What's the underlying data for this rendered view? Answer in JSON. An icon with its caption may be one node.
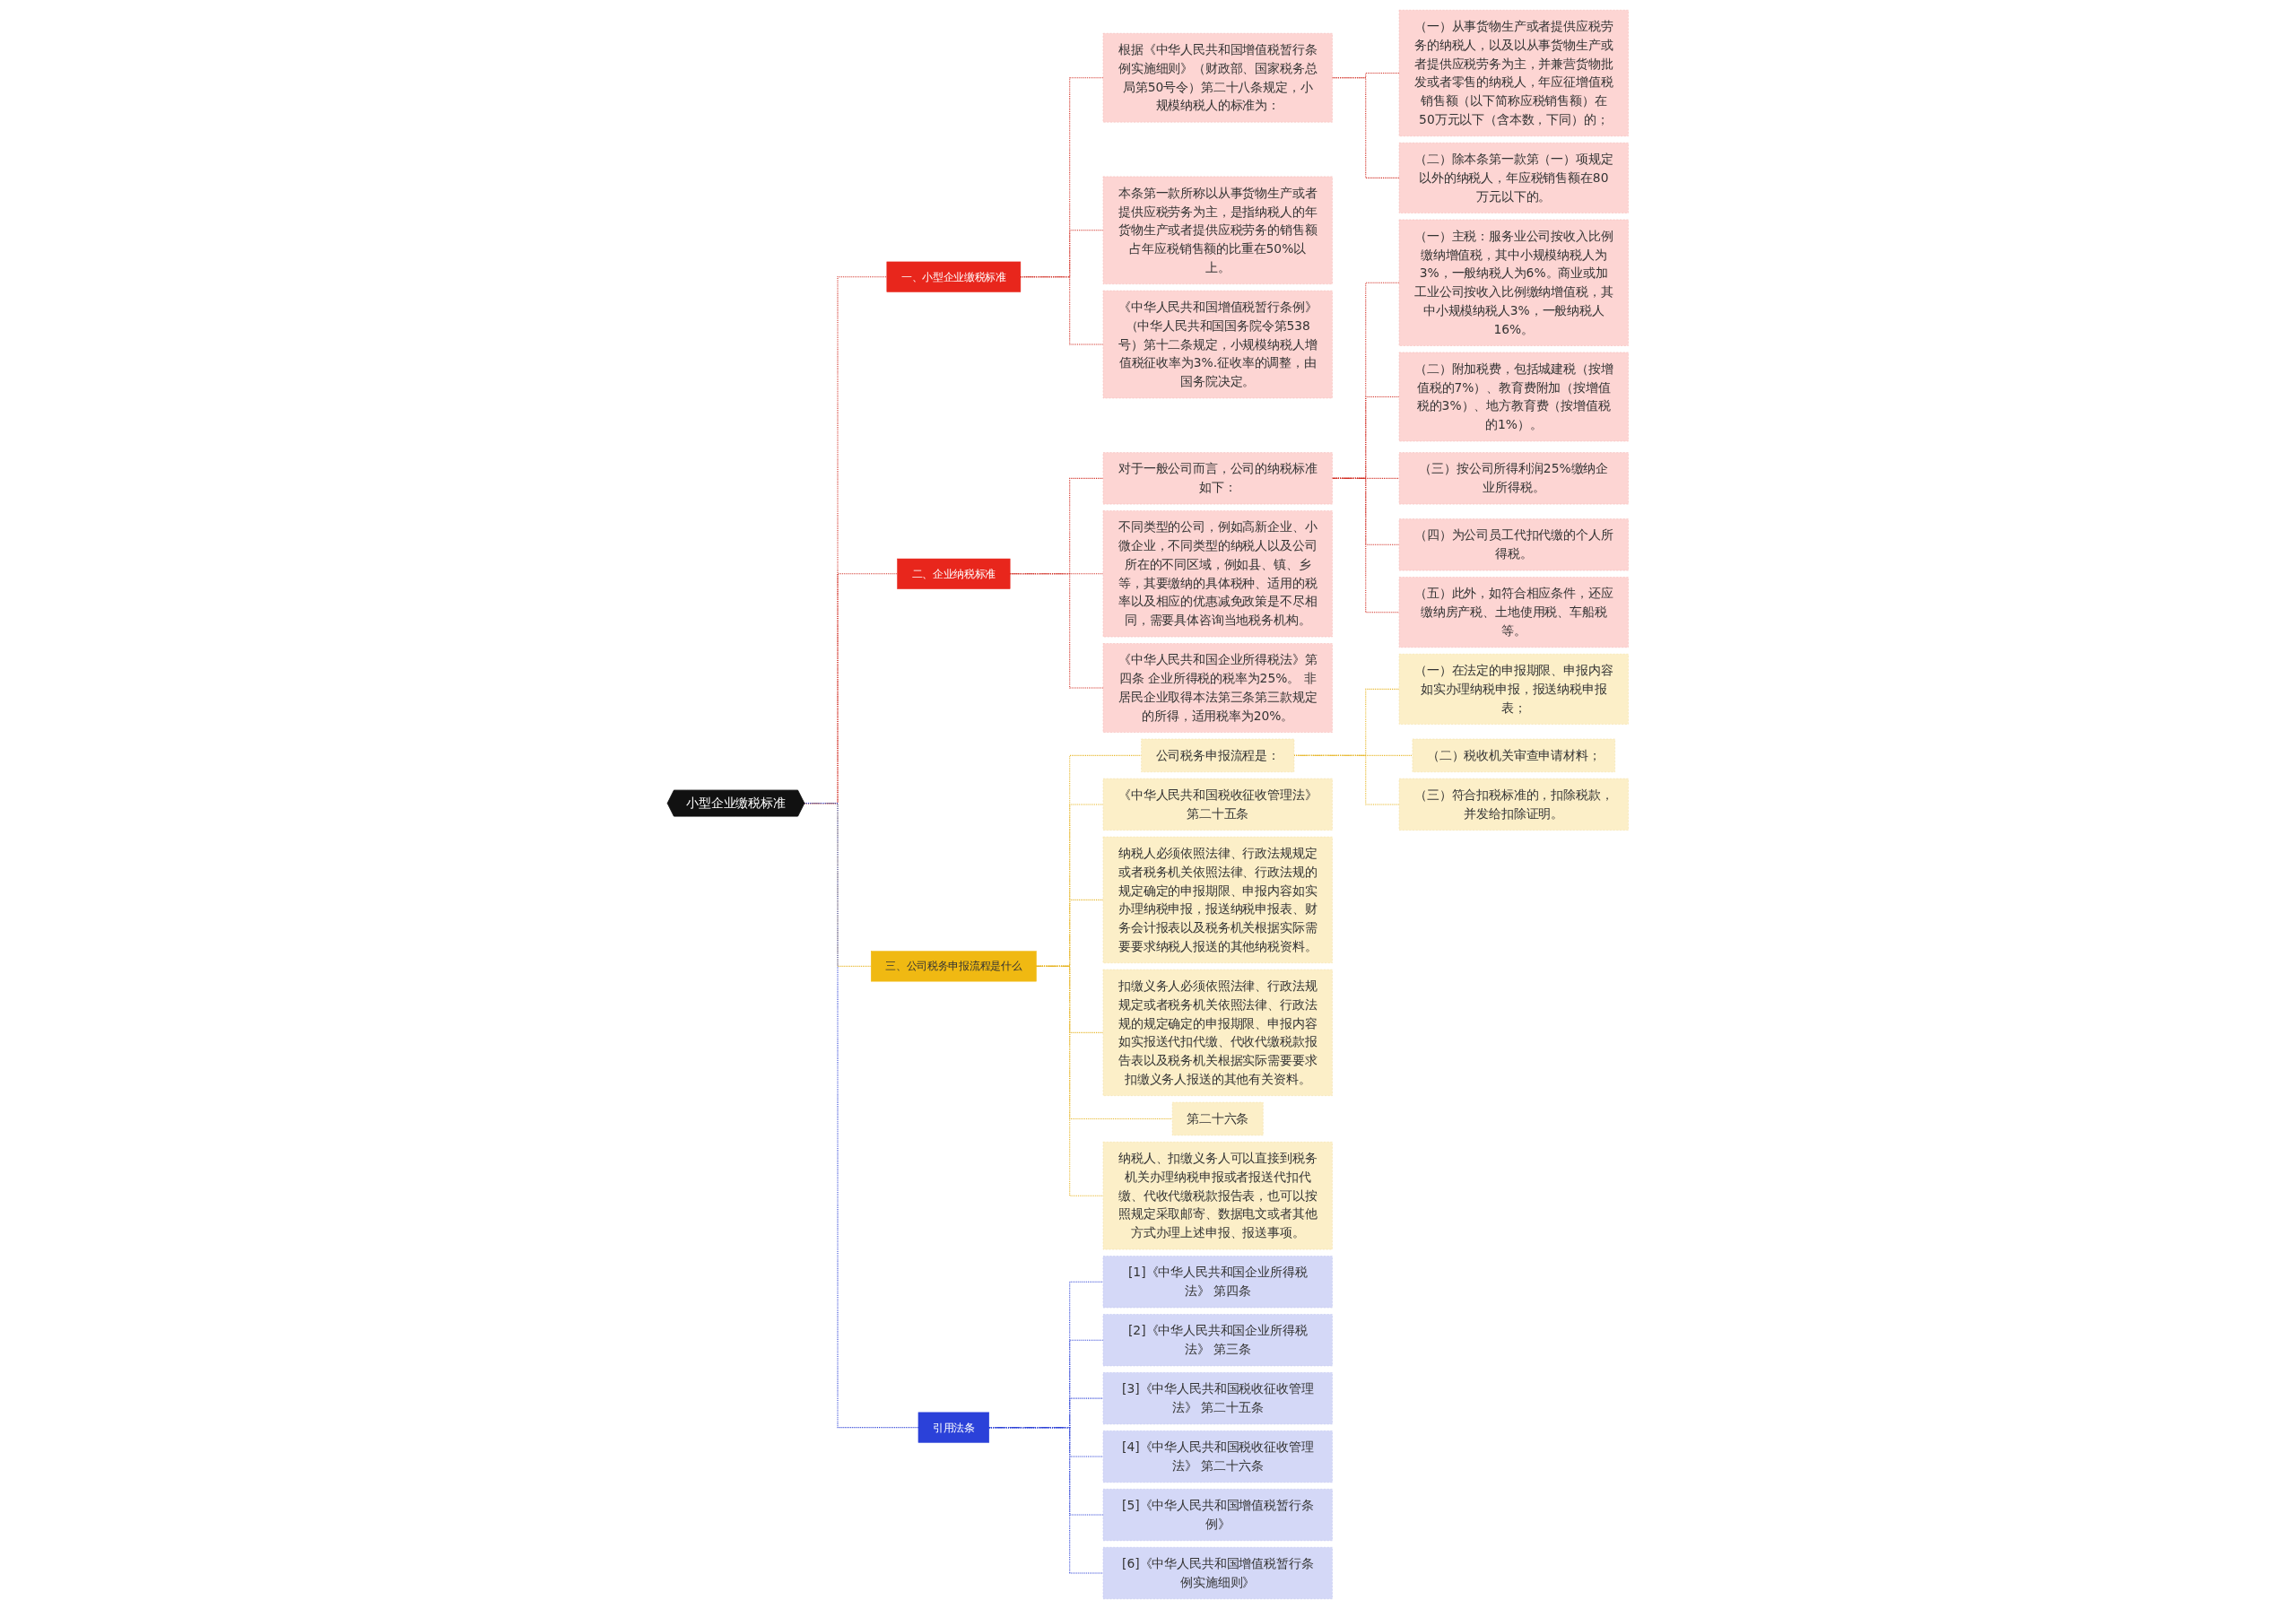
{
  "diagram": {
    "nodes": [
      {
        "text": [
          "小型企业缴税标准"
        ]
      },
      {
        "text": [
          "一、小型企业缴税标准"
        ]
      },
      {
        "text": [
          "根据《中华人民共和国增值税暂行条例实施细则》（财政部、国家税务总局第50号令）第二十八条规定，小规模纳税人的标准为："
        ]
      },
      {
        "text": [
          "（一）从事货物生产或者提供应税劳务的纳税人，以及以从事货物生产或者提供应税劳务为主，并兼营货物批发或者零售的纳税人，年应征增值税销售额（以下简称应税销售额）在50万元以下（含本数，下同）的；"
        ]
      },
      {
        "text": [
          "（二）除本条第一款第（一）项规定以外的纳税人，年应税销售额在80万元以下的。"
        ]
      },
      {
        "text": [
          "本条第一款所称以从事货物生产或者提供应税劳务为主，是指纳税人的年货物生产或者提供应税劳务的销售额占年应税销售额的比重在50%以上。"
        ]
      },
      {
        "text": [
          "《中华人民共和国增值税暂行条例》（中华人民共和国国务院令第538号）第十二条规定，小规模纳税人增值税征收率为3%.征收率的调整，由国务院决定。"
        ]
      },
      {
        "text": [
          "二、企业纳税标准"
        ]
      },
      {
        "text": [
          "对于一般公司而言，公司的纳税标准如下："
        ]
      },
      {
        "text": [
          "（一）主税：服务业公司按收入比例缴纳增值税，其中小规模纳税人为3%，一般纳税人为6%。商业或加工业公司按收入比例缴纳增值税，其中小规模纳税人3%，一般纳税人16%。"
        ]
      },
      {
        "text": [
          "（二）附加税费，包括城建税（按增值税的7%）、教育费附加（按增值税的3%）、地方教育费（按增值税的1%）。"
        ]
      },
      {
        "text": [
          "（三）按公司所得利润25%缴纳企业所得税。"
        ]
      },
      {
        "text": [
          "（四）为公司员工代扣代缴的个人所得税。"
        ]
      },
      {
        "text": [
          "（五）此外，如符合相应条件，还应缴纳房产税、土地使用税、车船税等。"
        ]
      },
      {
        "text": [
          "不同类型的公司，例如高新企业、小微企业，不同类型的纳税人以及公司所在的不同区域，例如县、镇、乡等，其要缴纳的具体税种、适用的税率以及相应的优惠减免政策是不尽相同，需要具体咨询当地税务机构。"
        ]
      },
      {
        "text": [
          "《中华人民共和国企业所得税法》第四条 企业所得税的税率为25%。 非居民企业取得本法第三条第三款规定的所得，适用税率为20%。"
        ]
      },
      {
        "text": [
          "三、公司税务申报流程是什么"
        ]
      },
      {
        "text": [
          "公司税务申报流程是："
        ]
      },
      {
        "text": [
          "（一）在法定的申报期限、申报内容如实办理纳税申报，报送纳税申报表；"
        ]
      },
      {
        "text": [
          "（二）税收机关审查申请材料；"
        ]
      },
      {
        "text": [
          "（三）符合扣税标准的，扣除税款，并发给扣除证明。"
        ]
      },
      {
        "text": [
          "《中华人民共和国税收征收管理法》第二十五条"
        ]
      },
      {
        "text": [
          "纳税人必须依照法律、行政法规规定或者税务机关依照法律、行政法规的规定确定的申报期限、申报内容如实办理纳税申报，报送纳税申报表、财务会计报表以及税务机关根据实际需要要求纳税人报送的其他纳税资料。"
        ]
      },
      {
        "text": [
          "扣缴义务人必须依照法律、行政法规规定或者税务机关依照法律、行政法规的规定确定的申报期限、申报内容如实报送代扣代缴、代收代缴税款报告表以及税务机关根据实际需要要求扣缴义务人报送的其他有关资料。"
        ]
      },
      {
        "text": [
          "第二十六条"
        ]
      },
      {
        "text": [
          "纳税人、扣缴义务人可以直接到税务机关办理纳税申报或者报送代扣代缴、代收代缴税款报告表，也可以按照规定采取邮寄、数据电文或者其他方式办理上述申报、报送事项。"
        ]
      },
      {
        "text": [
          "引用法条"
        ]
      },
      {
        "text": [
          "[1]《中华人民共和国企业所得税法》 第四条"
        ]
      },
      {
        "text": [
          "[2]《中华人民共和国企业所得税法》 第三条"
        ]
      },
      {
        "text": [
          "[3]《中华人民共和国税收征收管理法》 第二十五条"
        ]
      },
      {
        "text": [
          "[4]《中华人民共和国税收征收管理法》 第二十六条"
        ]
      },
      {
        "text": [
          "[5]《中华人民共和国增值税暂行条例》"
        ]
      },
      {
        "text": [
          "[6]《中华人民共和国增值税暂行条例实施细则》"
        ]
      }
    ],
    "edges": [
      {
        "from": 0,
        "to": 1,
        "arrow": "none",
        "style": "dashed",
        "color": "#d0281e"
      },
      {
        "from": 1,
        "to": 2,
        "arrow": "none",
        "style": "dashed",
        "color": "#d0281e"
      },
      {
        "from": 2,
        "to": 3,
        "arrow": "none",
        "style": "dashed",
        "color": "#d0281e"
      },
      {
        "from": 2,
        "to": 4,
        "arrow": "none",
        "style": "dashed",
        "color": "#d0281e"
      },
      {
        "from": 1,
        "to": 5,
        "arrow": "none",
        "style": "dashed",
        "color": "#d0281e"
      },
      {
        "from": 1,
        "to": 6,
        "arrow": "none",
        "style": "dashed",
        "color": "#d0281e"
      },
      {
        "from": 0,
        "to": 7,
        "arrow": "none",
        "style": "dashed",
        "color": "#d0281e"
      },
      {
        "from": 7,
        "to": 8,
        "arrow": "none",
        "style": "dashed",
        "color": "#d0281e"
      },
      {
        "from": 8,
        "to": 9,
        "arrow": "none",
        "style": "dashed",
        "color": "#d0281e"
      },
      {
        "from": 8,
        "to": 10,
        "arrow": "none",
        "style": "dashed",
        "color": "#d0281e"
      },
      {
        "from": 8,
        "to": 11,
        "arrow": "none",
        "style": "dashed",
        "color": "#d0281e"
      },
      {
        "from": 8,
        "to": 12,
        "arrow": "none",
        "style": "dashed",
        "color": "#d0281e"
      },
      {
        "from": 8,
        "to": 13,
        "arrow": "none",
        "style": "dashed",
        "color": "#d0281e"
      },
      {
        "from": 7,
        "to": 14,
        "arrow": "none",
        "style": "dashed",
        "color": "#d0281e"
      },
      {
        "from": 7,
        "to": 15,
        "arrow": "none",
        "style": "dashed",
        "color": "#d0281e"
      },
      {
        "from": 0,
        "to": 16,
        "arrow": "none",
        "style": "dashed",
        "color": "#e6b422"
      },
      {
        "from": 16,
        "to": 17,
        "arrow": "none",
        "style": "dashed",
        "color": "#e6b422"
      },
      {
        "from": 17,
        "to": 18,
        "arrow": "none",
        "style": "dashed",
        "color": "#e6b422"
      },
      {
        "from": 17,
        "to": 19,
        "arrow": "none",
        "style": "dashed",
        "color": "#e6b422"
      },
      {
        "from": 17,
        "to": 20,
        "arrow": "none",
        "style": "dashed",
        "color": "#e6b422"
      },
      {
        "from": 16,
        "to": 21,
        "arrow": "none",
        "style": "dashed",
        "color": "#e6b422"
      },
      {
        "from": 16,
        "to": 22,
        "arrow": "none",
        "style": "dashed",
        "color": "#e6b422"
      },
      {
        "from": 16,
        "to": 23,
        "arrow": "none",
        "style": "dashed",
        "color": "#e6b422"
      },
      {
        "from": 16,
        "to": 24,
        "arrow": "none",
        "style": "dashed",
        "color": "#e6b422"
      },
      {
        "from": 16,
        "to": 25,
        "arrow": "none",
        "style": "dashed",
        "color": "#e6b422"
      },
      {
        "from": 0,
        "to": 26,
        "arrow": "none",
        "style": "dashed",
        "color": "#2a3fd6"
      },
      {
        "from": 26,
        "to": 27,
        "arrow": "none",
        "style": "dashed",
        "color": "#2a3fd6"
      },
      {
        "from": 26,
        "to": 28,
        "arrow": "none",
        "style": "dashed",
        "color": "#2a3fd6"
      },
      {
        "from": 26,
        "to": 29,
        "arrow": "none",
        "style": "dashed",
        "color": "#2a3fd6"
      },
      {
        "from": 26,
        "to": 30,
        "arrow": "none",
        "style": "dashed",
        "color": "#2a3fd6"
      },
      {
        "from": 26,
        "to": 31,
        "arrow": "none",
        "style": "dashed",
        "color": "#2a3fd6"
      },
      {
        "from": 26,
        "to": 32,
        "arrow": "none",
        "style": "dashed",
        "color": "#2a3fd6"
      }
    ]
  }
}
